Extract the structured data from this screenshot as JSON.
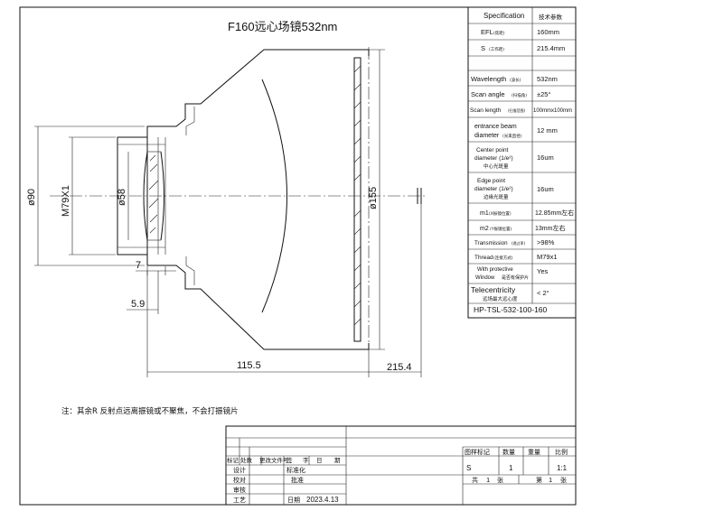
{
  "drawing": {
    "title": "F160远心场镜532nm",
    "note": "注：其余R 反射点远离振镜或不聚焦，不会打振镜片",
    "dims": {
      "outer_dia": "ø90",
      "thread": "M79X1",
      "inner_dia": "ø58",
      "lens_dia": "ø155",
      "flange_w": "7",
      "back_w": "5.9",
      "length": "115.5",
      "working_distance": "215.4"
    }
  },
  "spec_table": {
    "header": {
      "en": "Specification",
      "cn": "技术参数"
    },
    "rows": [
      {
        "key": "efl",
        "label": "EFL",
        "sub": "(焦距)",
        "value": "160mm"
      },
      {
        "key": "s",
        "label": "S",
        "sub": "(工作距)",
        "value": "215.4mm"
      },
      {
        "key": "blank",
        "label": "",
        "sub": "",
        "value": ""
      },
      {
        "key": "wavelength",
        "label": "Wavelength",
        "sub": "(波长)",
        "value": "532nm"
      },
      {
        "key": "scan_angle",
        "label": "Scan angle",
        "sub": "(扫描角)",
        "value": "±25°"
      },
      {
        "key": "scan_length",
        "label": "Scan length",
        "sub": "(扫描范围)",
        "value": "100mmx100mm"
      },
      {
        "key": "entrance",
        "label": "entrance beam",
        "label2": "diameter",
        "sub": "(光束直径)",
        "value": "12 mm"
      },
      {
        "key": "center_spot",
        "label": "Center point",
        "label2": "diameter (1/e²)",
        "sub": "中心光斑量",
        "value": "16um"
      },
      {
        "key": "edge_spot",
        "label": "Edge point",
        "label2": "diameter (1/e²)",
        "sub": "边缘光斑量",
        "value": "16um"
      },
      {
        "key": "m1",
        "label": "m1",
        "sub": "(X振镜位置)",
        "value": "12.85mm左右"
      },
      {
        "key": "m2",
        "label": "m2",
        "sub": "(Y振镜位置)",
        "value": "13mm左右"
      },
      {
        "key": "transmission",
        "label": "Transmission",
        "sub": "(透过率)",
        "value": ">98%"
      },
      {
        "key": "thread",
        "label": "Thread",
        "sub": "(连接方式)",
        "value": "M79x1"
      },
      {
        "key": "window",
        "label": "With protective",
        "label2": "Window",
        "sub": "是否有保护片",
        "value": "Yes"
      },
      {
        "key": "telecentricity",
        "label": "Telecentricity",
        "sub": "远场最大远心度",
        "value": "< 2°"
      }
    ],
    "part_no": "HP-TSL-532-100-160"
  },
  "title_block": {
    "left_header": [
      "标记",
      "处数",
      "更改文件号",
      "签",
      "字",
      "日",
      "期"
    ],
    "design": "设计",
    "standard": "标准化",
    "check": "校对",
    "approve": "批准",
    "review": "审核",
    "process": "工艺",
    "date_label": "日期",
    "date": "2023.4.13",
    "right_header": [
      "图样标记",
      "数量",
      "重量",
      "比例"
    ],
    "mark": "S",
    "qty": "1",
    "scale": "1:1",
    "total_pre": "共",
    "total_num": "1",
    "total_post": "张",
    "sheet_pre": "第",
    "sheet_num": "1",
    "sheet_post": "张"
  }
}
